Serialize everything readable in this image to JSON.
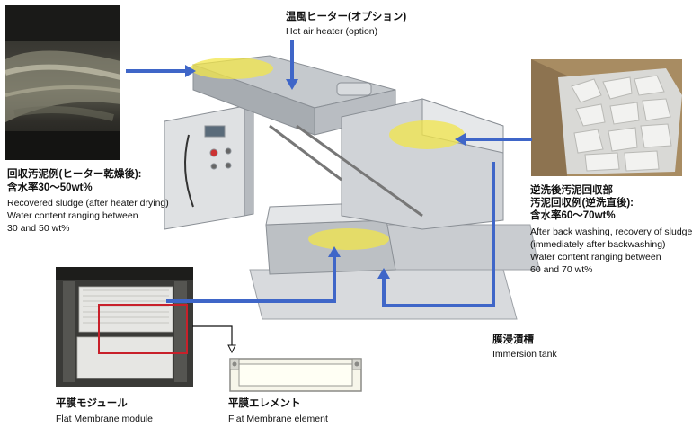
{
  "hot_air_heater": {
    "jp": "温風ヒーター(オプション)",
    "en": "Hot air heater (option)"
  },
  "recovered_sludge_heater": {
    "jp1": "回収汚泥例(ヒーター乾燥後):",
    "jp2": "含水率30〜50wt%",
    "en1": "Recovered sludge (after heater drying)",
    "en2": "Water content ranging between",
    "en3": "30 and 50 wt%"
  },
  "backwash_sludge": {
    "jp1": "逆洗後汚泥回収部",
    "jp2": "汚泥回収例(逆洗直後):",
    "jp3": "含水率60〜70wt%",
    "en1": "After back washing, recovery of sludge",
    "en2": "(immediately after backwashing)",
    "en3": "Water content ranging between",
    "en4": "60 and 70 wt%"
  },
  "immersion_tank": {
    "jp": "膜浸漬槽",
    "en": "Immersion tank"
  },
  "flat_membrane_module": {
    "jp": "平膜モジュール",
    "en": "Flat Membrane module"
  },
  "flat_membrane_element": {
    "jp": "平膜エレメント",
    "en": "Flat Membrane element"
  },
  "colors": {
    "arrow_blue": "#3f66c8",
    "highlight_yellow": "#f2e64a",
    "frame_red": "#c8202a"
  }
}
